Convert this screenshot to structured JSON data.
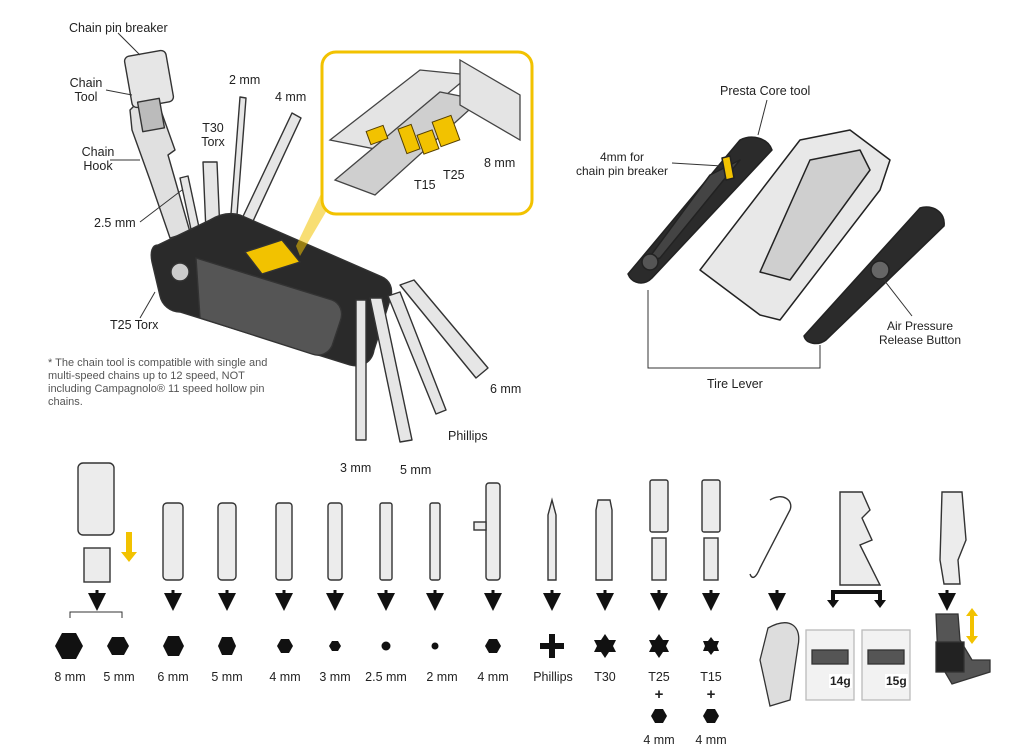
{
  "multitool_labels": {
    "chain_pin_breaker": "Chain pin breaker",
    "chain_tool": [
      "Chain",
      "Tool"
    ],
    "chain_hook": [
      "Chain",
      "Hook"
    ],
    "two_mm": "2 mm",
    "four_mm": "4 mm",
    "t30_torx": [
      "T30",
      "Torx"
    ],
    "two_five_mm": "2.5 mm",
    "t25_torx": "T25 Torx",
    "three_mm": "3 mm",
    "five_mm": "5 mm",
    "phillips": "Phillips",
    "six_mm": "6 mm"
  },
  "inset_labels": {
    "t15": "T15",
    "t25": "T25",
    "eight_mm": "8 mm"
  },
  "note": "* The chain tool is compatible with single and multi-speed chains up to 12 speed, NOT including Campagnolo® 11 speed hollow pin chains.",
  "lever_labels": {
    "presta_core_tool": "Presta Core tool",
    "chain_pin_breaker_4mm": [
      "4mm for",
      "chain pin breaker"
    ],
    "air_pressure": [
      "Air Pressure",
      "Release Button"
    ],
    "tire_lever": "Tire Lever"
  },
  "bit_sizes": [
    "8 mm",
    "5 mm",
    "6 mm",
    "5 mm",
    "4 mm",
    "3 mm",
    "2.5 mm",
    "2 mm",
    "4 mm",
    "Phillips",
    "T30",
    "T25",
    "T15"
  ],
  "combo": {
    "plus": "+",
    "t25_sub": "4 mm",
    "t15_sub": "4 mm"
  },
  "weights": {
    "left": "14g",
    "right": "15g"
  },
  "colors": {
    "accent": "#f2c200",
    "dark": "#1a1a1a",
    "outline": "#333333",
    "tool_grey": "#d9d9d9"
  }
}
